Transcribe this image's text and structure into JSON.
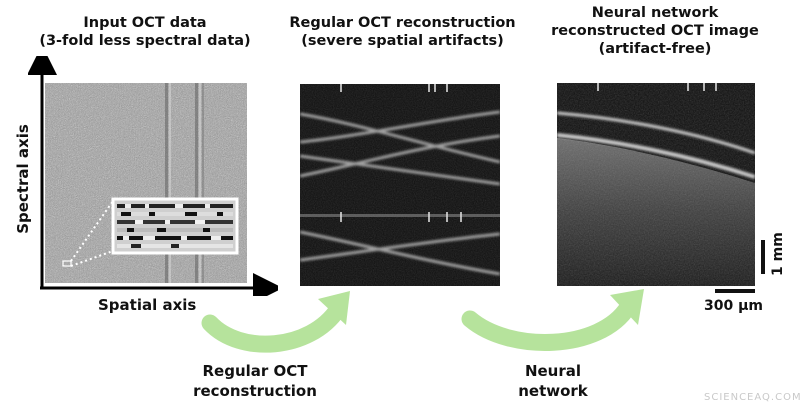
{
  "panels": {
    "input": {
      "title": "Input OCT data\n(3-fold less spectral data)",
      "x_axis_label": "Spatial axis",
      "y_axis_label": "Spectral axis"
    },
    "regular": {
      "title": "Regular OCT reconstruction\n(severe spatial artifacts)"
    },
    "neural": {
      "title": "Neural network\nreconstructed OCT image\n(artifact-free)",
      "scale_vertical": "1 mm",
      "scale_horizontal": "300 µm"
    }
  },
  "steps": [
    {
      "label": "Regular OCT\nreconstruction"
    },
    {
      "label": "Neural\nnetwork"
    }
  ],
  "colors": {
    "arrow": "#b6e39c",
    "noise_bg": "#9a9a9a",
    "image_bg": "#0d0d0d"
  },
  "watermark": "SCIENCEAQ.COM"
}
